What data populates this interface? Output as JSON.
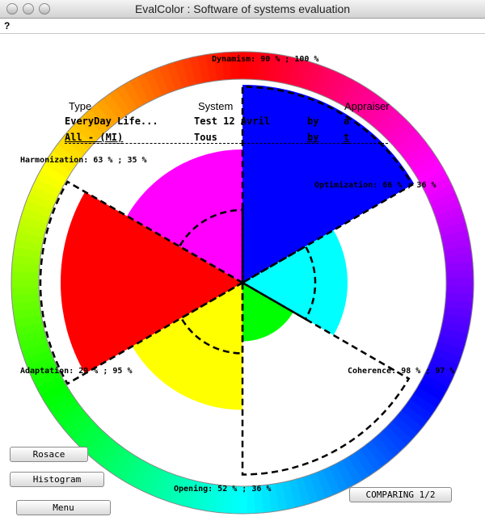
{
  "window": {
    "title": "EvalColor : Software of systems evaluation"
  },
  "menu": {
    "help": "?"
  },
  "header": {
    "type_label": "Type",
    "system_label": "System",
    "appraiser_label": "Appraiser",
    "row1": {
      "type": "EveryDay Life...",
      "system": "Test 12 Avril",
      "by": "by",
      "appraiser": "a"
    },
    "row2": {
      "type": "All - (MI)",
      "system": "Tous",
      "by": "by",
      "appraiser": "t"
    }
  },
  "criteria": {
    "dynamism": "Dynamism: 90 % ; 100 %",
    "optimization": "Optimization: 66 % ; 36 %",
    "coherence": "Coherence: 98 % ; 97 %",
    "opening": "Opening: 52 % ; 36 %",
    "adaptation": "Adaptation: 29 % ; 95 %",
    "harmonization": "Harmonization: 63 % ; 35 %"
  },
  "sectors": [
    {
      "name": "Dynamism",
      "color": "#ff0000",
      "value": 90,
      "compare": 100
    },
    {
      "name": "Optimization",
      "color": "#ff00ff",
      "value": 66,
      "compare": 36
    },
    {
      "name": "Coherence",
      "color": "#0000ff",
      "value": 98,
      "compare": 97
    },
    {
      "name": "Opening",
      "color": "#00ffff",
      "value": 52,
      "compare": 36
    },
    {
      "name": "Adaptation",
      "color": "#00ff00",
      "value": 29,
      "compare": 95
    },
    {
      "name": "Harmonization",
      "color": "#ffff00",
      "value": 63,
      "compare": 35
    }
  ],
  "buttons": {
    "rosace": "Rosace",
    "histogram": "Histogram",
    "menu": "Menu",
    "comparing": "COMPARING 1/2"
  }
}
